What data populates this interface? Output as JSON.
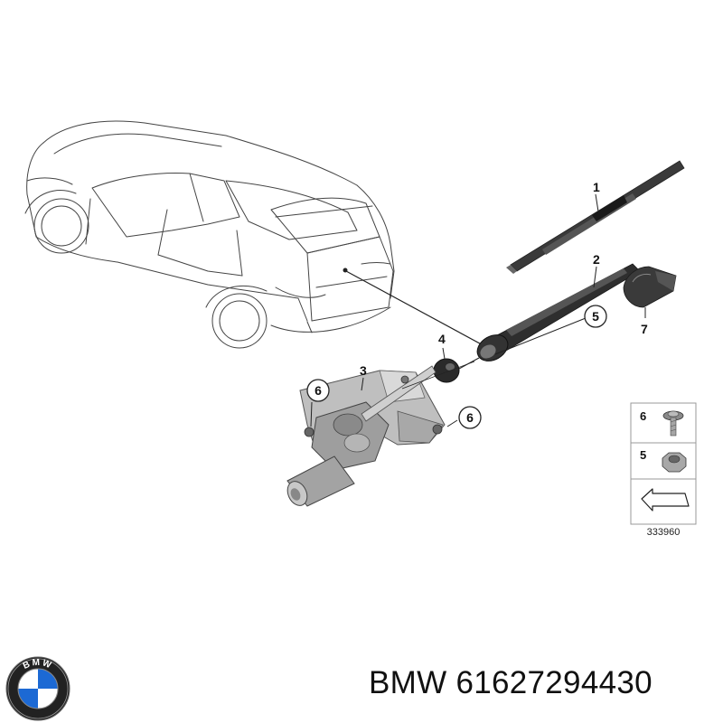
{
  "diagram": {
    "callouts": [
      {
        "id": "1",
        "label": "1"
      },
      {
        "id": "2",
        "label": "2"
      },
      {
        "id": "3",
        "label": "3"
      },
      {
        "id": "4",
        "label": "4"
      },
      {
        "id": "5",
        "label": "5"
      },
      {
        "id": "6a",
        "label": "6"
      },
      {
        "id": "6b",
        "label": "6"
      },
      {
        "id": "7",
        "label": "7"
      }
    ],
    "legend": {
      "items": [
        {
          "label": "6"
        },
        {
          "label": "5"
        }
      ],
      "figure_number": "333960"
    }
  },
  "logo": {
    "letters": [
      "B",
      "M",
      "W"
    ],
    "colors": {
      "blue": "#1c69d4",
      "white": "#ffffff",
      "black": "#111111"
    }
  },
  "product": {
    "brand": "BMW",
    "part_number": "61627294430"
  }
}
